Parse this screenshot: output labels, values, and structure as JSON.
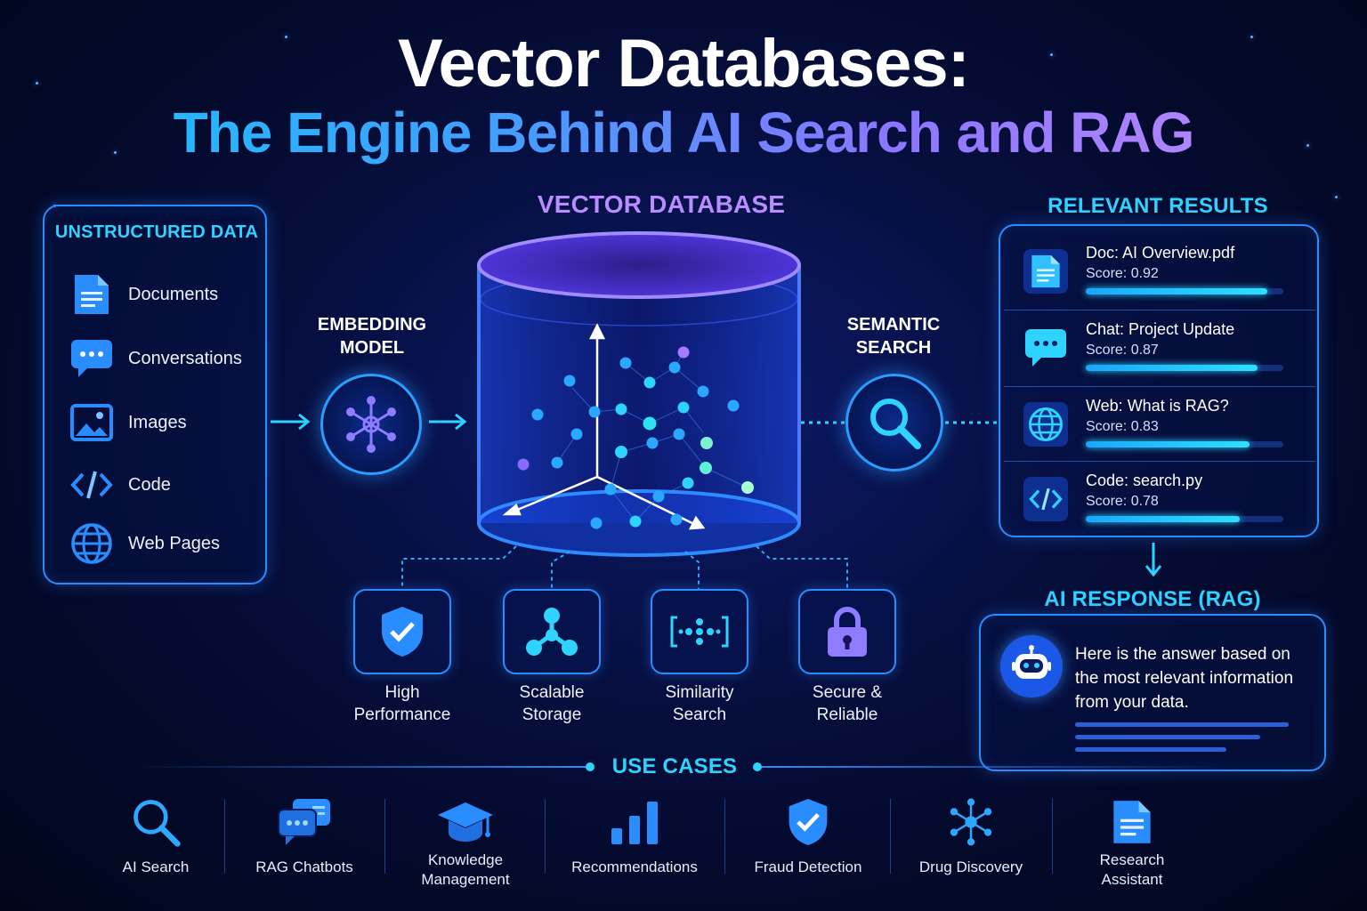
{
  "header": {
    "title": "Vector Databases:",
    "subtitle": "The Engine Behind AI Search and RAG"
  },
  "sources": {
    "title": "UNSTRUCTURED DATA",
    "items": [
      {
        "label": "Documents",
        "icon": "document-icon"
      },
      {
        "label": "Conversations",
        "icon": "chat-icon"
      },
      {
        "label": "Images",
        "icon": "image-icon"
      },
      {
        "label": "Code",
        "icon": "code-icon"
      },
      {
        "label": "Web Pages",
        "icon": "globe-icon"
      }
    ]
  },
  "embedding": {
    "label_line1": "EMBEDDING",
    "label_line2": "MODEL",
    "icon": "network-icon"
  },
  "database": {
    "title": "VECTOR DATABASE",
    "icon": "database-cylinder-icon"
  },
  "semantic": {
    "label_line1": "SEMANTIC",
    "label_line2": "SEARCH",
    "icon": "search-icon"
  },
  "features": [
    {
      "line1": "High",
      "line2": "Performance",
      "icon": "shield-check-icon"
    },
    {
      "line1": "Scalable",
      "line2": "Storage",
      "icon": "scalable-nodes-icon"
    },
    {
      "line1": "Similarity",
      "line2": "Search",
      "icon": "similarity-icon"
    },
    {
      "line1": "Secure &",
      "line2": "Reliable",
      "icon": "lock-icon"
    }
  ],
  "results": {
    "title": "RELEVANT RESULTS",
    "items": [
      {
        "title": "Doc: AI Overview.pdf",
        "score": "Score: 0.92",
        "score_value": 0.92,
        "icon": "document-icon"
      },
      {
        "title": "Chat: Project Update",
        "score": "Score: 0.87",
        "score_value": 0.87,
        "icon": "chat-icon"
      },
      {
        "title": "Web: What is RAG?",
        "score": "Score: 0.83",
        "score_value": 0.83,
        "icon": "globe-icon"
      },
      {
        "title": "Code: search.py",
        "score": "Score: 0.78",
        "score_value": 0.78,
        "icon": "code-icon"
      }
    ]
  },
  "response": {
    "title": "AI RESPONSE (RAG)",
    "line1": "Here is the answer based on",
    "line2": "the most relevant information",
    "line3": "from your data.",
    "icon": "robot-icon"
  },
  "use_cases": {
    "title": "USE CASES",
    "items": [
      {
        "line1": "AI Search",
        "line2": "",
        "icon": "search-icon"
      },
      {
        "line1": "RAG Chatbots",
        "line2": "",
        "icon": "chatbot-icon"
      },
      {
        "line1": "Knowledge",
        "line2": "Management",
        "icon": "graduation-cap-icon"
      },
      {
        "line1": "Recommendations",
        "line2": "",
        "icon": "bar-chart-icon"
      },
      {
        "line1": "Fraud Detection",
        "line2": "",
        "icon": "shield-check-icon"
      },
      {
        "line1": "Drug Discovery",
        "line2": "",
        "icon": "molecule-icon"
      },
      {
        "line1": "Research",
        "line2": "Assistant",
        "icon": "document-icon"
      }
    ]
  },
  "colors": {
    "accent_cyan": "#2ed3ff",
    "accent_violet": "#b98cff",
    "panel_border": "#2a8dff",
    "background": "#040a2c"
  }
}
